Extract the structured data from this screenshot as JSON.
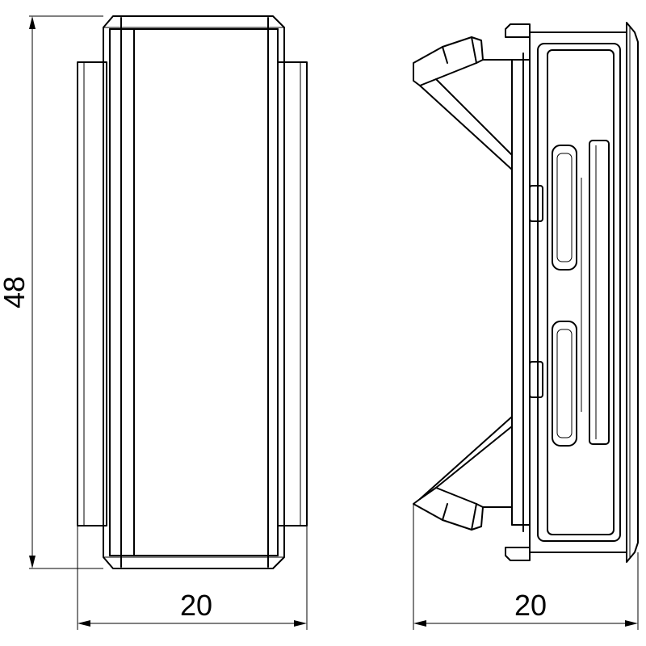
{
  "dimensions": {
    "height_label": "48",
    "front_width_label": "20",
    "side_width_label": "20"
  }
}
